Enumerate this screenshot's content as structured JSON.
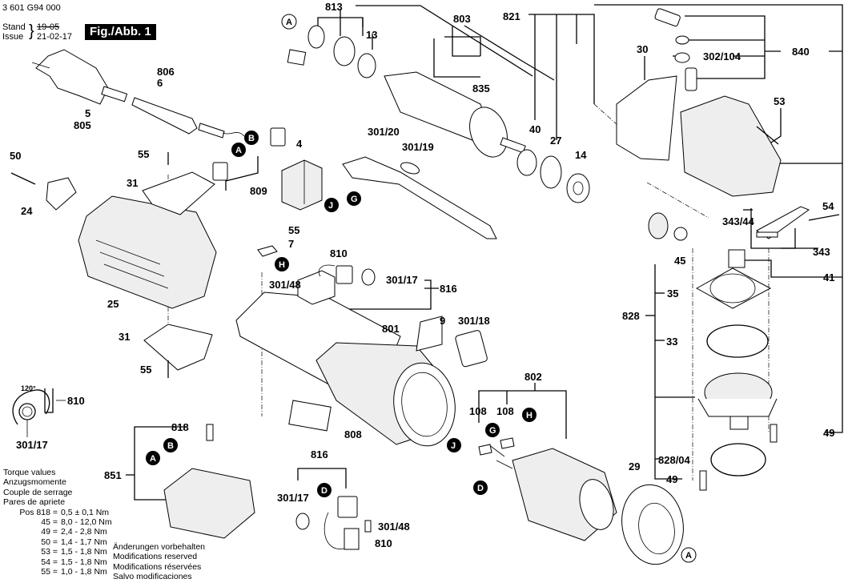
{
  "header": {
    "part_number": "3 601 G94 000",
    "stand_label": "Stand",
    "issue_label": "Issue",
    "old_date": "19-05",
    "issue_date": "21-02-17",
    "figure_label": "Fig./Abb. 1"
  },
  "torque": {
    "titles": [
      "Torque values",
      "Anzugsmomente",
      "Couple de serrage",
      "Pares de apriete"
    ],
    "rows": [
      {
        "pos": "Pos 818 =",
        "value": "0,5 ± 0,1 Nm"
      },
      {
        "pos": "45 =",
        "value": "8,0 - 12,0 Nm"
      },
      {
        "pos": "49 =",
        "value": "2,4 - 2,8 Nm"
      },
      {
        "pos": "50 =",
        "value": "1,4 - 1,7 Nm"
      },
      {
        "pos": "53 =",
        "value": "1,5 - 1,8 Nm"
      },
      {
        "pos": "54 =",
        "value": "1,5 - 1,8 Nm"
      },
      {
        "pos": "55 =",
        "value": "1,0 - 1,8 Nm"
      }
    ]
  },
  "notes": [
    "Änderungen vorbehalten",
    "Modifications reserved",
    "Modifications réservées",
    "Salvo modificaciones"
  ],
  "spring_detail": {
    "angle": "120°",
    "label_a": "810",
    "label_b": "301/17"
  },
  "labels": {
    "l813": "813",
    "l803": "803",
    "l13": "13",
    "l835": "835",
    "l821": "821",
    "l30": "30",
    "l840": "840",
    "l302_104": "302/104",
    "l53": "53",
    "l806": "806",
    "l6": "6",
    "l5": "5",
    "l805": "805",
    "l50": "50",
    "l55a": "55",
    "l31a": "31",
    "l24": "24",
    "l25": "25",
    "l31b": "31",
    "l55b": "55",
    "l4": "4",
    "l809": "809",
    "l301_20": "301/20",
    "l301_19": "301/19",
    "l40": "40",
    "l27": "27",
    "l14": "14",
    "l54": "54",
    "l343_44": "343/44",
    "l343": "343",
    "l45": "45",
    "l41": "41",
    "l35": "35",
    "l828": "828",
    "l33": "33",
    "l49a": "49",
    "l828_04": "828/04",
    "l49b": "49",
    "l55c": "55",
    "l7": "7",
    "l810a": "810",
    "l301_17a": "301/17",
    "l816a": "816",
    "l301_48a": "301/48",
    "l801": "801",
    "l9": "9",
    "l301_18": "301/18",
    "l808": "808",
    "l818": "818",
    "l851": "851",
    "l816b": "816",
    "l301_17b": "301/17",
    "l301_48b": "301/48",
    "l810b": "810",
    "l802": "802",
    "l108a": "108",
    "l108b": "108",
    "l29": "29"
  },
  "callouts": {
    "A": "A",
    "B": "B",
    "D": "D",
    "G": "G",
    "H": "H",
    "J": "J"
  }
}
